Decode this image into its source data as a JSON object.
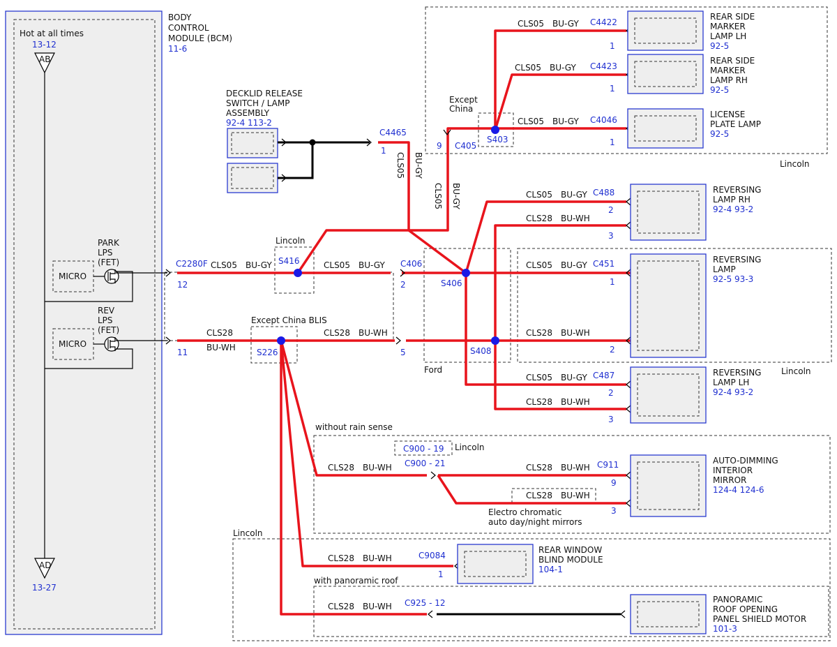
{
  "bcm": {
    "title": [
      "BODY",
      "CONTROL",
      "MODULE (BCM)"
    ],
    "ref": "11-6",
    "hot": "Hot at all times",
    "top_ref": "13-12",
    "top_tri": "AB",
    "bot_tri": "AD",
    "bot_ref": "13-27",
    "micro": "MICRO",
    "park": [
      "PARK",
      "LPS",
      "(FET)"
    ],
    "rev": [
      "REV",
      "LPS",
      "(FET)"
    ]
  },
  "decklid": {
    "title": [
      "DECKLID RELEASE",
      "SWITCH / LAMP",
      "ASSEMBLY"
    ],
    "refs": "92-4   113-2"
  },
  "codes": {
    "cls05": "CLS05",
    "bugy": "BU-GY",
    "cls28": "CLS28",
    "buwh": "BU-WH"
  },
  "connectors": {
    "c2280f": "C2280F",
    "c2280f_p12": "12",
    "c2280f_p11": "11",
    "c4465": "C4465",
    "c4465_p": "1",
    "c405": "C405",
    "c405_p": "9",
    "c406": "C406",
    "c406_p2": "2",
    "c406_p5": "5",
    "c4422": "C4422",
    "c4422_p": "1",
    "c4423": "C4423",
    "c4423_p": "1",
    "c4046": "C4046",
    "c4046_p": "1",
    "c488": "C488",
    "c488_p2": "2",
    "c488_p3": "3",
    "c451": "C451",
    "c451_p1": "1",
    "c451_p2": "2",
    "c487": "C487",
    "c487_p2": "2",
    "c487_p3": "3",
    "c900_19": "C900 - 19",
    "c900_21": "C900 - 21",
    "c911": "C911",
    "c911_p9": "9",
    "c911_p3": "3",
    "c9084": "C9084",
    "c9084_p": "1",
    "c925": "C925 - 12"
  },
  "splices": {
    "s416": "S416",
    "s226": "S226",
    "s403": "S403",
    "s406": "S406",
    "s408": "S408"
  },
  "regions": {
    "lincoln": "Lincoln",
    "except_china_blis": "Except China BLIS",
    "except_china": [
      "Except",
      "China"
    ],
    "ford": "Ford",
    "without_rain": "without rain sense",
    "panoramic": "with panoramic roof",
    "electro": [
      "Electro chromatic",
      "auto day/night mirrors"
    ]
  },
  "components": {
    "rsm_lh": {
      "name": [
        "REAR SIDE",
        "MARKER",
        "LAMP LH"
      ],
      "ref": "92-5"
    },
    "rsm_rh": {
      "name": [
        "REAR SIDE",
        "MARKER",
        "LAMP RH"
      ],
      "ref": "92-5"
    },
    "license": {
      "name": [
        "LICENSE",
        "PLATE LAMP"
      ],
      "ref": "92-5"
    },
    "rev_rh": {
      "name": [
        "REVERSING",
        "LAMP RH"
      ],
      "ref": "92-4   93-2"
    },
    "rev": {
      "name": [
        "REVERSING",
        "LAMP"
      ],
      "ref": "92-5   93-3"
    },
    "rev_lh": {
      "name": [
        "REVERSING",
        "LAMP LH"
      ],
      "ref": "92-4   93-2"
    },
    "mirror": {
      "name": [
        "AUTO-DIMMING",
        "INTERIOR",
        "MIRROR"
      ],
      "ref": "124-4  124-6"
    },
    "blind": {
      "name": [
        "REAR WINDOW",
        "BLIND MODULE"
      ],
      "ref": "104-1"
    },
    "roof": {
      "name": [
        "PANORAMIC",
        "ROOF OPENING",
        "PANEL SHIELD MOTOR"
      ],
      "ref": "101-3"
    }
  },
  "colors": {
    "wire": "#e8141c",
    "label": "#1f2fd0",
    "splice": "#1a1ae6"
  }
}
